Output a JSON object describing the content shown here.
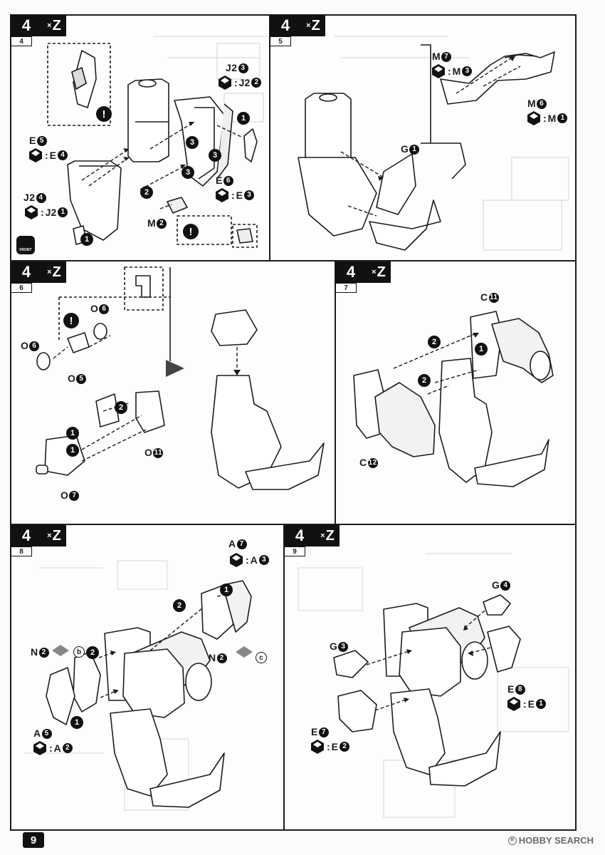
{
  "page_number": "9",
  "watermark": {
    "brand": "HOBBY SEARCH"
  },
  "step_prefix": "4",
  "multiplier": {
    "x": "×",
    "letter": "Z"
  },
  "steps": [
    {
      "sub": "4"
    },
    {
      "sub": "5"
    },
    {
      "sub": "6"
    },
    {
      "sub": "7"
    },
    {
      "sub": "8"
    },
    {
      "sub": "9"
    }
  ],
  "labels": {
    "s4_j23": {
      "part": "J2",
      "n": "3"
    },
    "s4_j22": {
      "part": "J2",
      "n": "2"
    },
    "s4_e5": {
      "part": "E",
      "n": "5"
    },
    "s4_e4": {
      "part": "E",
      "n": "4"
    },
    "s4_j24": {
      "part": "J2",
      "n": "4"
    },
    "s4_j21": {
      "part": "J2",
      "n": "1"
    },
    "s4_e6": {
      "part": "E",
      "n": "6"
    },
    "s4_e3": {
      "part": "E",
      "n": "3"
    },
    "s4_m2": {
      "part": "M",
      "n": "2"
    },
    "s4_front": "FRONT",
    "s5_m7": {
      "part": "M",
      "n": "7"
    },
    "s5_m3": {
      "part": "M",
      "n": "3"
    },
    "s5_m6": {
      "part": "M",
      "n": "6"
    },
    "s5_m1": {
      "part": "M",
      "n": "1"
    },
    "s5_g1": {
      "part": "G",
      "n": "1"
    },
    "s6_o6a": {
      "part": "O",
      "n": "6"
    },
    "s6_o6b": {
      "part": "O",
      "n": "6"
    },
    "s6_o5": {
      "part": "O",
      "n": "5"
    },
    "s6_o11": {
      "part": "O",
      "n": "11"
    },
    "s6_o7": {
      "part": "O",
      "n": "7"
    },
    "s7_c11": {
      "part": "C",
      "n": "11"
    },
    "s7_c12": {
      "part": "C",
      "n": "12"
    },
    "s8_a7": {
      "part": "A",
      "n": "7"
    },
    "s8_a3": {
      "part": "A",
      "n": "3"
    },
    "s8_n2b": {
      "part": "N",
      "n": "2",
      "mark": "b"
    },
    "s8_n2c": {
      "part": "N",
      "n": "2",
      "mark": "c"
    },
    "s8_a5": {
      "part": "A",
      "n": "5"
    },
    "s8_a2": {
      "part": "A",
      "n": "2"
    },
    "s9_g4": {
      "part": "G",
      "n": "4"
    },
    "s9_g3": {
      "part": "G",
      "n": "3"
    },
    "s9_e8": {
      "part": "E",
      "n": "8"
    },
    "s9_e1": {
      "part": "E",
      "n": "1"
    },
    "s9_e7": {
      "part": "E",
      "n": "7"
    },
    "s9_e2": {
      "part": "E",
      "n": "2"
    }
  },
  "order_numbers": {
    "s4": [
      "1",
      "3",
      "3",
      "3",
      "2",
      "1"
    ],
    "s6": [
      "2",
      "1",
      "1"
    ],
    "s7": [
      "2",
      "1",
      "2"
    ],
    "s8": [
      "1",
      "2",
      "2",
      "1"
    ]
  },
  "warning_symbol": "!",
  "colors": {
    "ink": "#1c1c1c",
    "ghost": "#c8cdd3",
    "paper": "#fbfbfa"
  }
}
